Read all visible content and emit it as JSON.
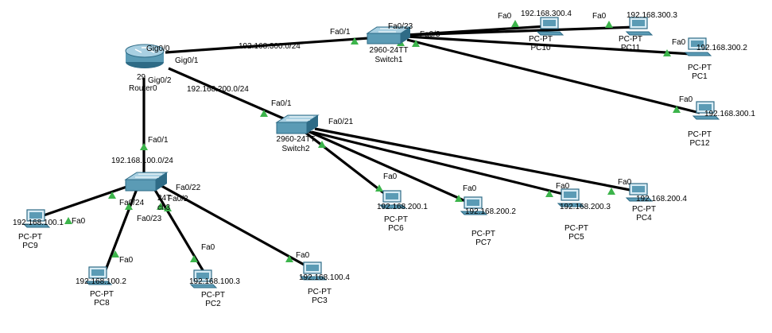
{
  "colors": {
    "link": "#000000",
    "port_up": "#3cb44b",
    "device_body": "#5b9bb5",
    "device_dark": "#2e6b86",
    "device_light": "#d8ecf5",
    "background": "#ffffff"
  },
  "router": {
    "name": "Router0",
    "model_partial": "29",
    "ports": {
      "gig00": "Gig0/0",
      "gig01": "Gig0/1",
      "gig02": "Gig0/2"
    }
  },
  "switches": [
    {
      "id": "switch1",
      "model": "2960-24TT",
      "name": "Switch1"
    },
    {
      "id": "switch2",
      "model": "2960-24TT",
      "name": "Switch2"
    },
    {
      "id": "switch3",
      "model": "24T",
      "name": "ch3"
    }
  ],
  "networks": {
    "net300": "192.168.300.0/24",
    "net200": "192.168.200.0/24",
    "net100": "192.168.100.0/24"
  },
  "switch_ports": {
    "s1_fa01": "Fa0/1",
    "s1_fa023": "Fa0/23",
    "s1_fa03": "Fa0/3",
    "s2_fa01": "Fa0/1",
    "s2_fa021": "Fa0/21",
    "s3_fa01": "Fa0/1",
    "s3_fa024": "Fa0/24",
    "s3_fa023": "Fa0/23",
    "s3_fa022": "Fa0/22",
    "s3_fa02": "Fa0/2"
  },
  "pcs": [
    {
      "id": "pc10",
      "type": "PC-PT",
      "name": "PC10",
      "ip": "192.168.300.4",
      "port": "Fa0"
    },
    {
      "id": "pc11",
      "type": "PC-PT",
      "name": "PC11",
      "ip": "192.168.300.3",
      "port": "Fa0"
    },
    {
      "id": "pc1",
      "type": "PC-PT",
      "name": "PC1",
      "ip": "192.168.300.2",
      "port": "Fa0"
    },
    {
      "id": "pc12",
      "type": "PC-PT",
      "name": "PC12",
      "ip": "192.168.300.1",
      "port": "Fa0"
    },
    {
      "id": "pc6",
      "type": "PC-PT",
      "name": "PC6",
      "ip": "192.168.200.1",
      "port": "Fa0"
    },
    {
      "id": "pc7",
      "type": "PC-PT",
      "name": "PC7",
      "ip": "192.168.200.2",
      "port": "Fa0"
    },
    {
      "id": "pc5",
      "type": "PC-PT",
      "name": "PC5",
      "ip": "192.168.200.3",
      "port": "Fa0"
    },
    {
      "id": "pc4",
      "type": "PC-PT",
      "name": "PC4",
      "ip": "192.168.200.4",
      "port": "Fa0"
    },
    {
      "id": "pc9",
      "type": "PC-PT",
      "name": "PC9",
      "ip": "192.168.100.1",
      "port": "Fa0"
    },
    {
      "id": "pc8",
      "type": "PC-PT",
      "name": "PC8",
      "ip": "192.168.100.2",
      "port": "Fa0"
    },
    {
      "id": "pc2",
      "type": "PC-PT",
      "name": "PC2",
      "ip": "192.168.100.3",
      "port": "Fa0"
    },
    {
      "id": "pc3",
      "type": "PC-PT",
      "name": "PC3",
      "ip": "192.168.100.4",
      "port": "Fa0"
    }
  ]
}
